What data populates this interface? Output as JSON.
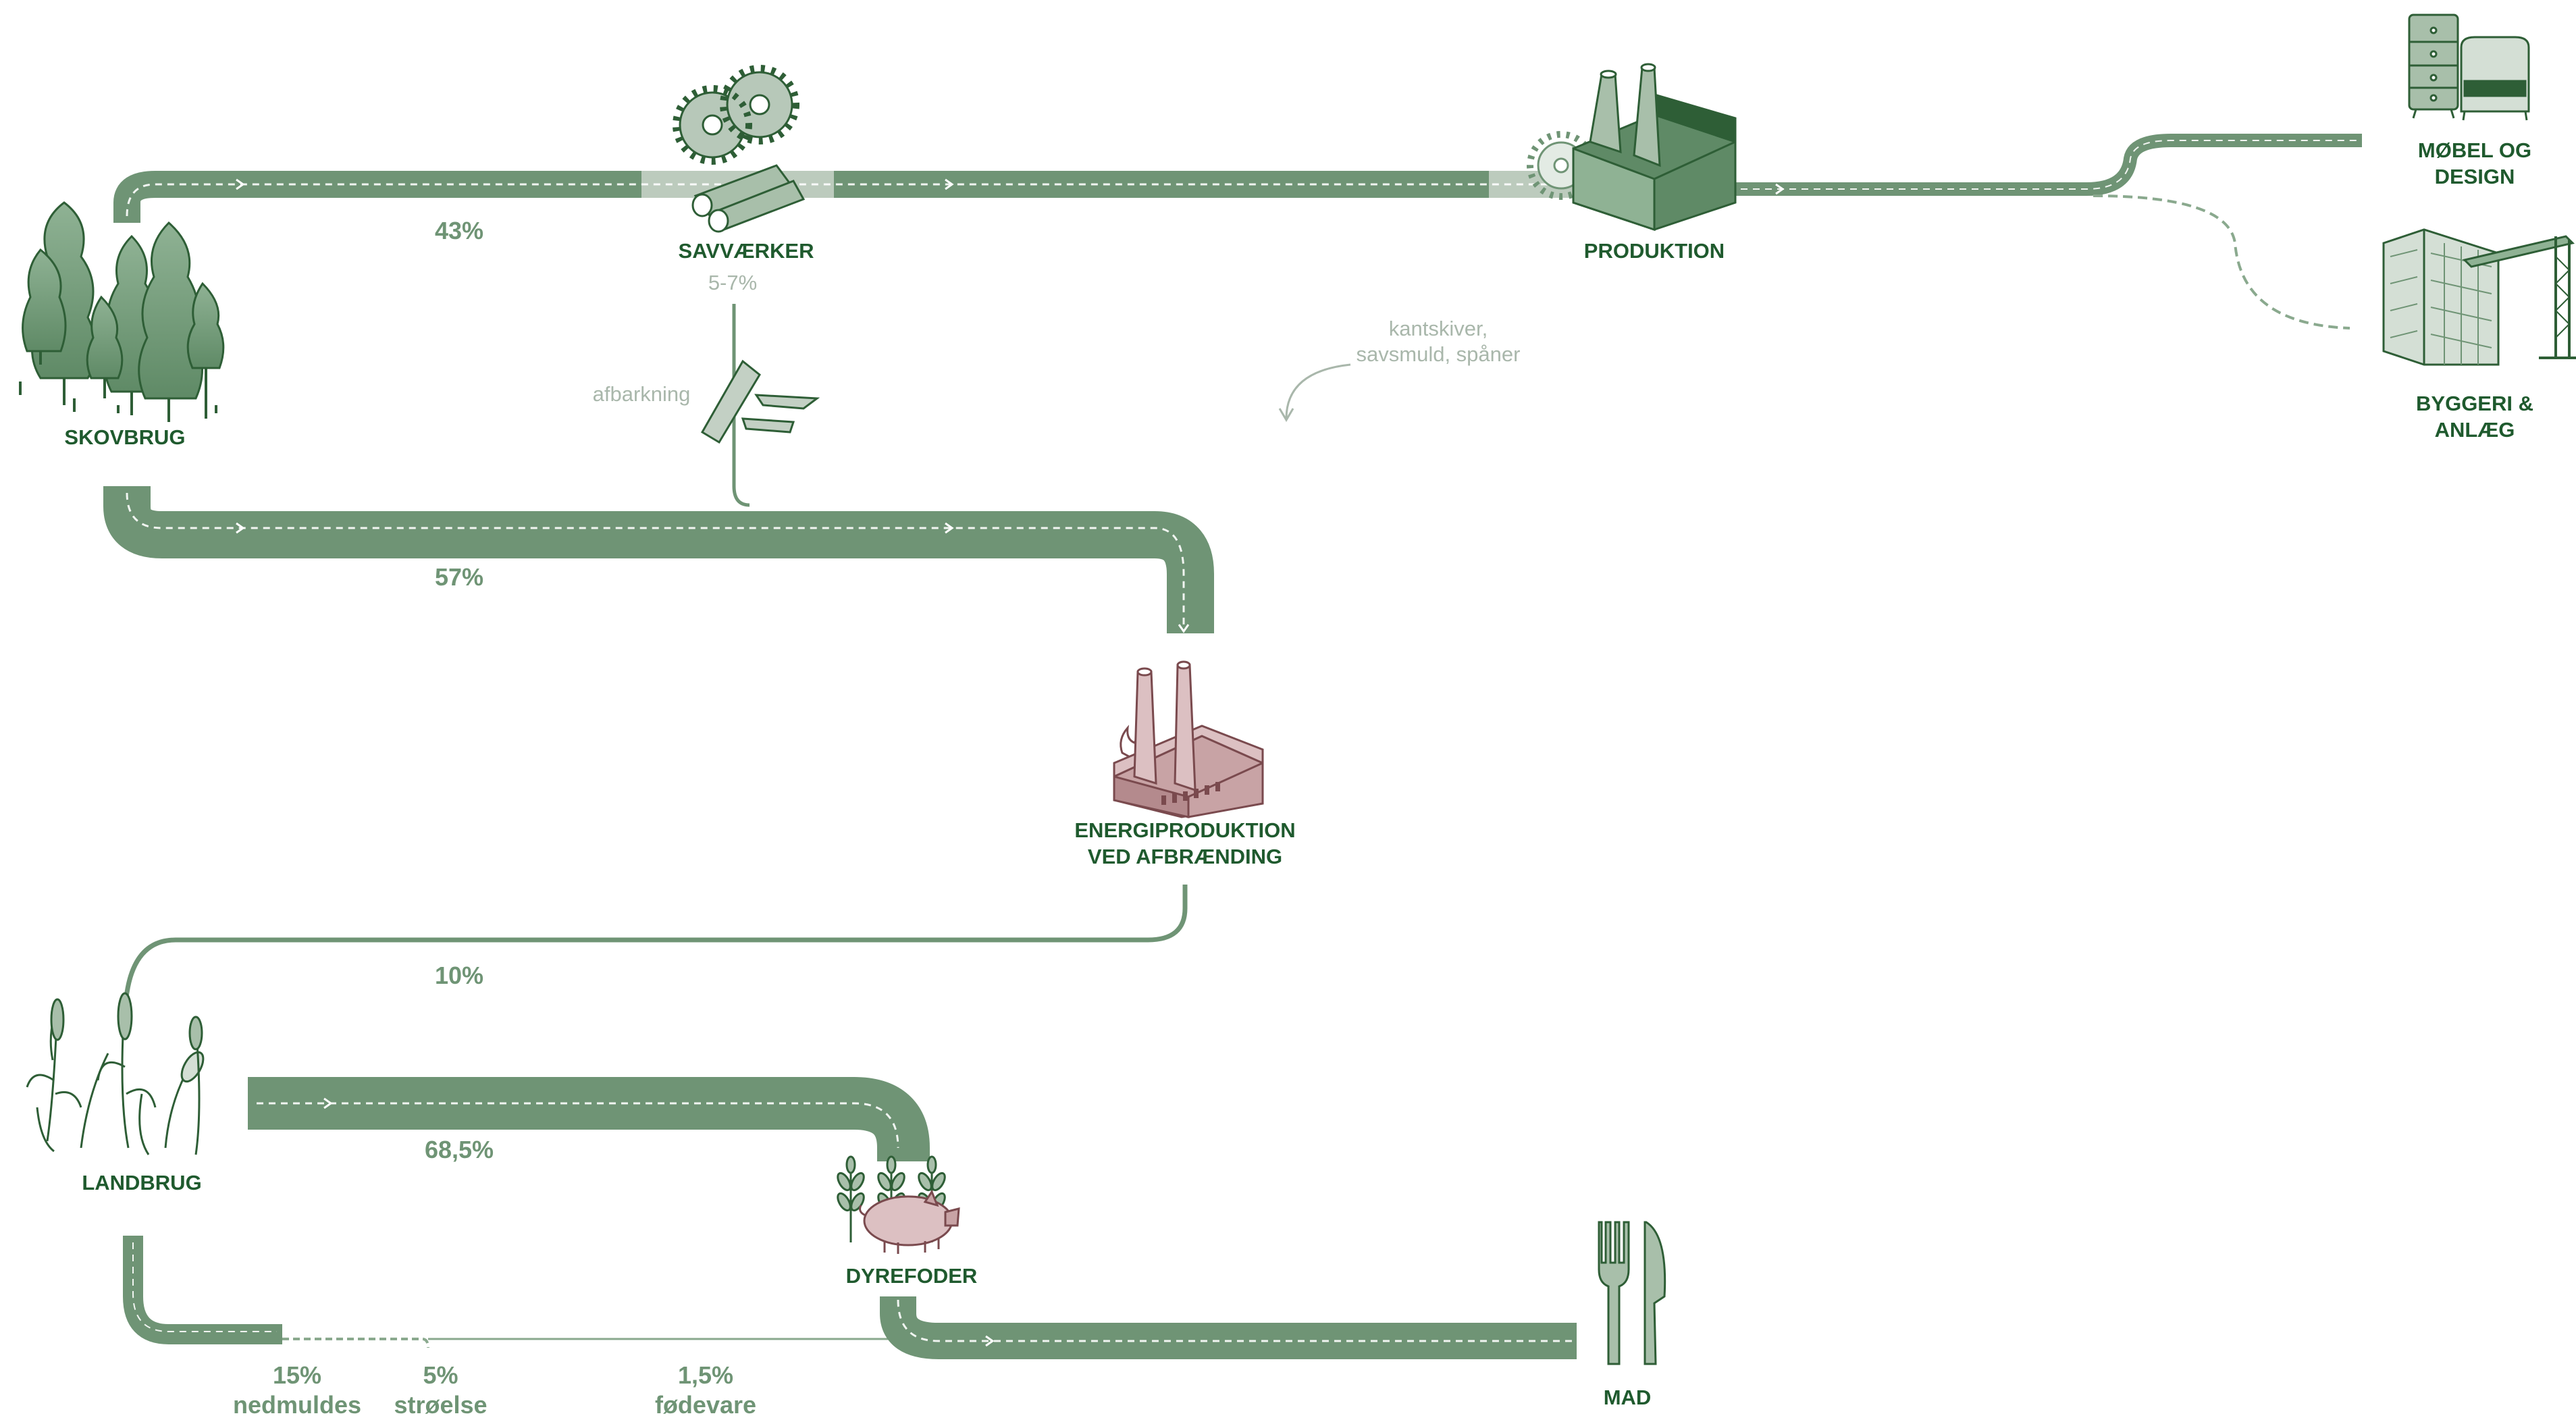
{
  "nodes": {
    "skovbrug": {
      "label": "SKOVBRUG"
    },
    "savvaerker": {
      "label": "SAVVÆRKER",
      "range": "5-7%"
    },
    "produktion": {
      "label": "PRODUKTION"
    },
    "mobel": {
      "line1": "MØBEL OG",
      "line2": "DESIGN"
    },
    "byggeri": {
      "line1": "BYGGERI &",
      "line2": "ANLÆG"
    },
    "energi": {
      "line1": "ENERGIPRODUKTION",
      "line2": "VED AFBRÆNDING"
    },
    "landbrug": {
      "label": "LANDBRUG"
    },
    "dyrefoder": {
      "label": "DYREFODER"
    },
    "mad": {
      "label": "MAD"
    }
  },
  "notes": {
    "afbarkning": "afbarkning",
    "kantskiver_line1": "kantskiver,",
    "kantskiver_line2": "savsmuld, spåner"
  },
  "flows": {
    "skov_to_sav": "43%",
    "skov_to_energi": "57%",
    "energi_to_landbrug": "10%",
    "landbrug_to_dyrefoder": "68,5%",
    "nedmuldes_pct": "15%",
    "nedmuldes_label": "nedmuldes",
    "stroelse_pct": "5%",
    "stroelse_label": "strøelse",
    "fodevare_pct": "1,5%",
    "fodevare_label": "fødevare"
  },
  "colors": {
    "flow": "#6f9475",
    "flow_light": "#bccbbd",
    "label": "#1f5a2e",
    "energy": "#c8a3a5",
    "note": "#a9b7ab"
  }
}
